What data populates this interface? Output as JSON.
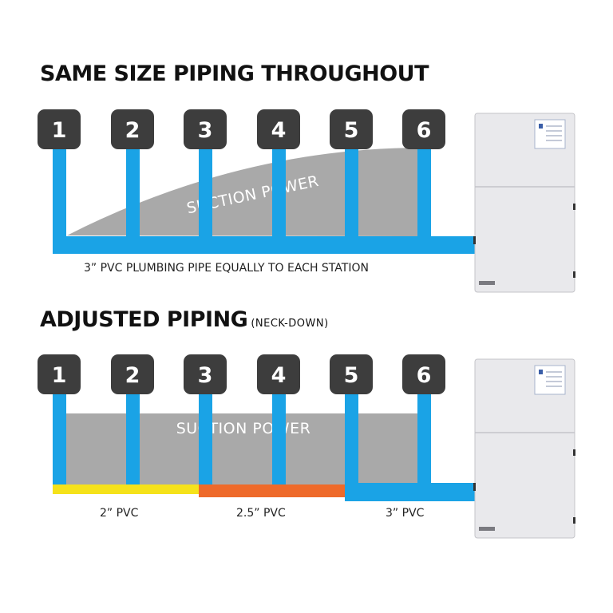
{
  "section1": {
    "title": "SAME SIZE PIPING THROUGHOUT",
    "suction_label": "SUCTION POWER",
    "pipe_note": "3” PVC PLUMBING PIPE EQUALLY TO EACH STATION"
  },
  "section2": {
    "title": "ADJUSTED PIPING",
    "subtitle": "(NECK-DOWN)",
    "suction_label": "SUCTION POWER",
    "segments": [
      {
        "label": "2” PVC",
        "color": "#f5e21a"
      },
      {
        "label": "2.5” PVC",
        "color": "#ee6a2a"
      },
      {
        "label": "3” PVC",
        "color": "#1aa3e6"
      }
    ]
  },
  "stations": [
    "1",
    "2",
    "3",
    "4",
    "5",
    "6"
  ],
  "colors": {
    "pipe": "#1aa3e6",
    "badge": "#3d3d3d",
    "suction": "#a9a9a9",
    "cabinet": "#e9e9ec"
  }
}
